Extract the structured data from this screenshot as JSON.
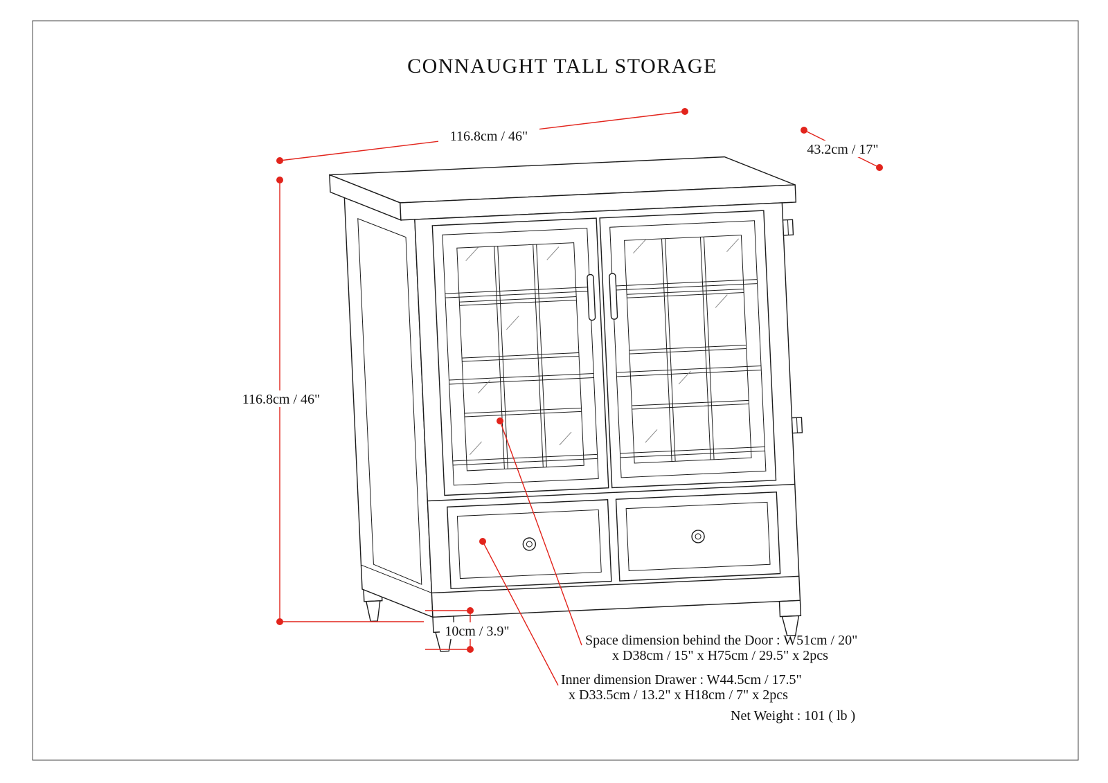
{
  "page": {
    "title": "CONNAUGHT TALL STORAGE"
  },
  "theme": {
    "accent_red": "#e2241c",
    "ink": "#1c1c1c",
    "page_bg": "#ffffff",
    "border_col": "#444444"
  },
  "dimensions": {
    "top_width": "116.8cm / 46\"",
    "top_depth": "43.2cm / 17\"",
    "height": "116.8cm / 46\"",
    "leg_height": "10cm / 3.9\""
  },
  "annotations": {
    "door_space_line1": "Space dimension behind the Door : W51cm / 20\"",
    "door_space_line2": "x D38cm / 15\" x H75cm / 29.5\" x 2pcs",
    "drawer_line1": "Inner dimension Drawer : W44.5cm / 17.5\"",
    "drawer_line2": "x D33.5cm / 13.2\" x H18cm / 7\" x 2pcs",
    "net_weight": "Net Weight : 101 ( lb )"
  }
}
